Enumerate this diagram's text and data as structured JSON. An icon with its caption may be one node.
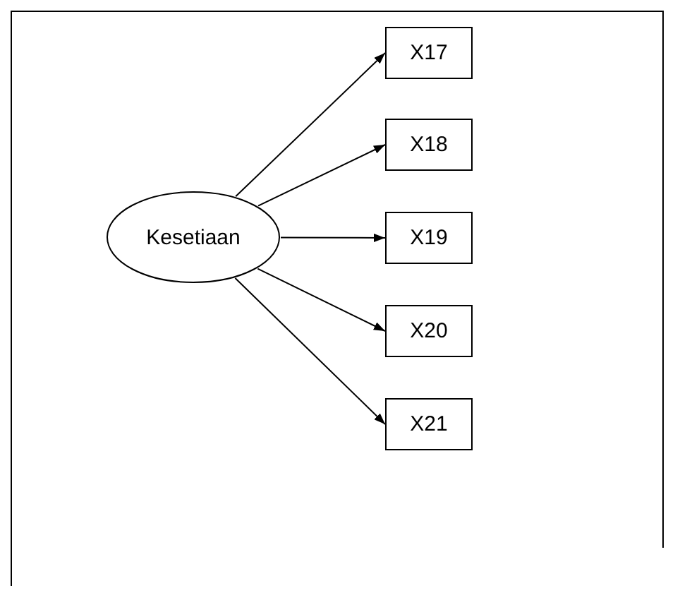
{
  "diagram": {
    "nodes": [
      {
        "text": [
          "Kesetiaan"
        ]
      },
      {
        "text": [
          "X17"
        ]
      },
      {
        "text": [
          "X18"
        ]
      },
      {
        "text": [
          "X19"
        ]
      },
      {
        "text": [
          "X20"
        ]
      },
      {
        "text": [
          "X21"
        ]
      }
    ],
    "edges": [
      {
        "from": 0,
        "to": 1,
        "arrow": "to"
      },
      {
        "from": 0,
        "to": 2,
        "arrow": "to"
      },
      {
        "from": 0,
        "to": 3,
        "arrow": "to"
      },
      {
        "from": 0,
        "to": 4,
        "arrow": "to"
      },
      {
        "from": 0,
        "to": 5,
        "arrow": "to"
      }
    ]
  }
}
